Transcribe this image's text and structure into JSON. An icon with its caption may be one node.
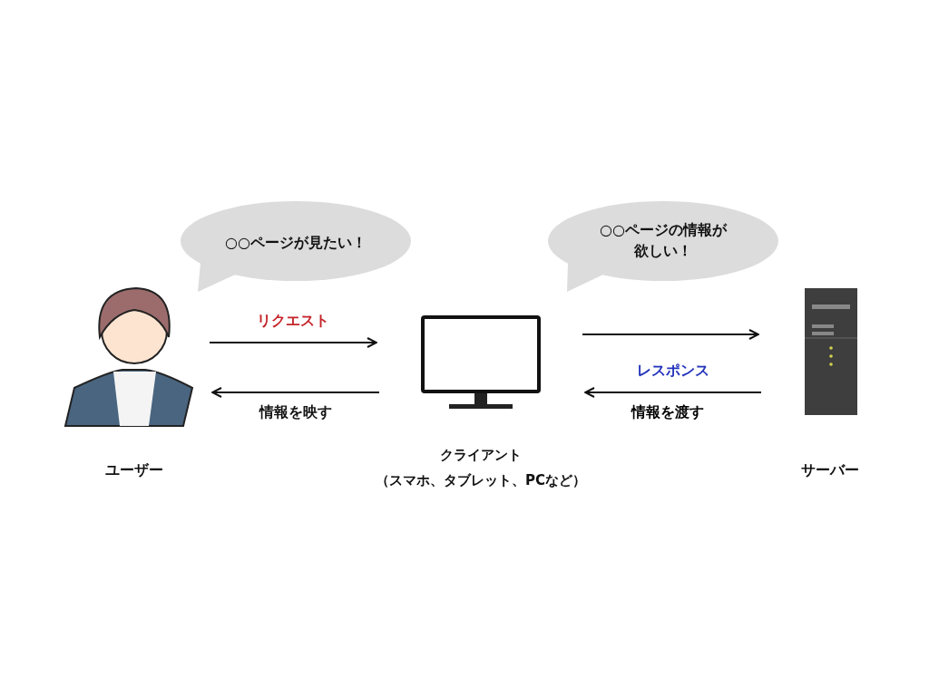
{
  "diagram": {
    "nodes": [
      {
        "text": [
          "ユーザー"
        ]
      },
      {
        "text": [
          "クライアント",
          "（スマホ、タブレット、PCなど）"
        ]
      },
      {
        "text": [
          "サーバー"
        ]
      },
      {
        "text": [
          "○○ページが見たい！"
        ]
      },
      {
        "text": [
          "○○ページの情報が欲しい！"
        ]
      }
    ],
    "edges": [
      {
        "from": 0,
        "to": 1,
        "arrow": "to",
        "label": "リクエスト"
      },
      {
        "from": 1,
        "to": 0,
        "arrow": "to",
        "label": "情報を映す"
      },
      {
        "from": 1,
        "to": 2,
        "arrow": "to"
      },
      {
        "from": 2,
        "to": 1,
        "arrow": "to",
        "label": "レスポンス"
      }
    ],
    "labels": [
      "情報を渡す"
    ]
  }
}
